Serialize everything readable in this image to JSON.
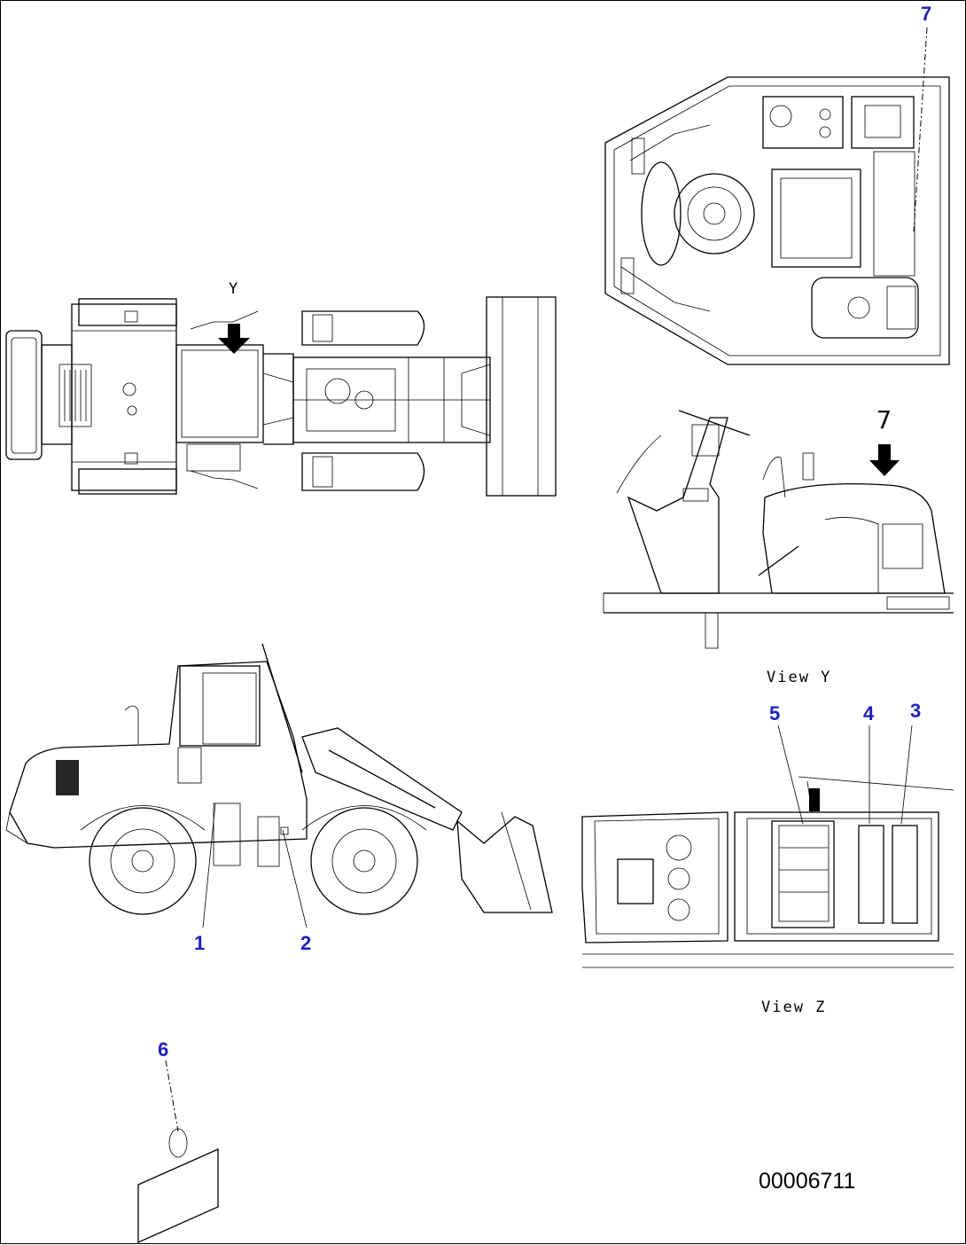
{
  "callouts": {
    "c1": "1",
    "c2": "2",
    "c3": "3",
    "c4": "4",
    "c5": "5",
    "c6": "6",
    "c7": "7"
  },
  "view_markers": {
    "top_arrow_letter": "Y",
    "side_arrow_number": "7"
  },
  "view_labels": {
    "view_y": "View Y",
    "view_z": "View Z"
  },
  "document_number": "00006711",
  "colors": {
    "callout": "#1e22b8",
    "line": "#000000"
  }
}
